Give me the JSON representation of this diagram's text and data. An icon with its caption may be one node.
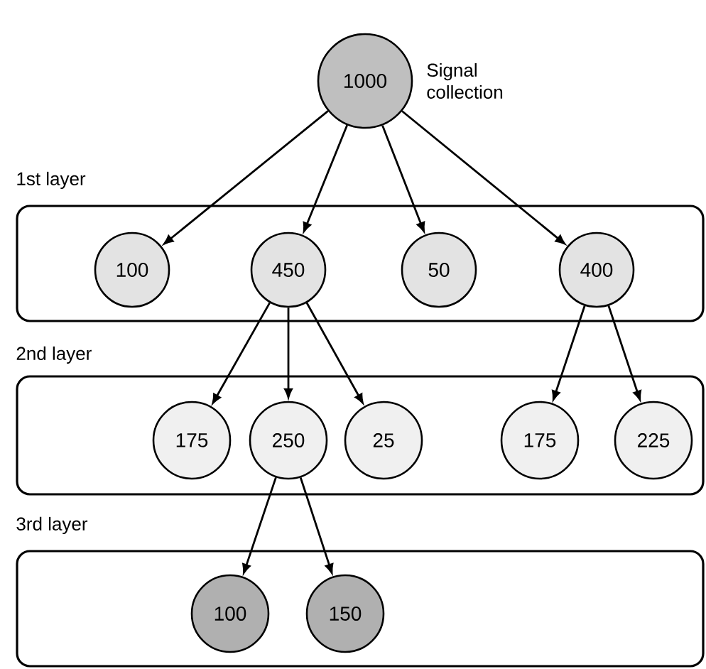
{
  "diagram": {
    "nodes": [
      {
        "text": [
          "1000"
        ],
        "beside": [
          "Signal collection"
        ]
      },
      {
        "text": [
          "1st layer"
        ]
      },
      {
        "text": [
          "100"
        ],
        "in": 1
      },
      {
        "text": [
          "450"
        ],
        "in": 1
      },
      {
        "text": [
          "50"
        ],
        "in": 1
      },
      {
        "text": [
          "400"
        ],
        "in": 1
      },
      {
        "text": [
          "2nd layer"
        ]
      },
      {
        "text": [
          "175"
        ],
        "in": 6
      },
      {
        "text": [
          "250"
        ],
        "in": 6
      },
      {
        "text": [
          "25"
        ],
        "in": 6
      },
      {
        "text": [
          "175"
        ],
        "in": 6
      },
      {
        "text": [
          "225"
        ],
        "in": 6
      },
      {
        "text": [
          "3rd layer"
        ]
      },
      {
        "text": [
          "100"
        ],
        "in": 12
      },
      {
        "text": [
          "150"
        ],
        "in": 12
      }
    ],
    "edges": [
      {
        "from": 0,
        "to": 2,
        "arrow": "to"
      },
      {
        "from": 0,
        "to": 3,
        "arrow": "to"
      },
      {
        "from": 0,
        "to": 4,
        "arrow": "to"
      },
      {
        "from": 0,
        "to": 5,
        "arrow": "to"
      },
      {
        "from": 3,
        "to": 7,
        "arrow": "to"
      },
      {
        "from": 3,
        "to": 8,
        "arrow": "to"
      },
      {
        "from": 3,
        "to": 9,
        "arrow": "to"
      },
      {
        "from": 5,
        "to": 10,
        "arrow": "to"
      },
      {
        "from": 5,
        "to": 11,
        "arrow": "to"
      },
      {
        "from": 8,
        "to": 13,
        "arrow": "to"
      },
      {
        "from": 8,
        "to": 14,
        "arrow": "to"
      }
    ]
  }
}
